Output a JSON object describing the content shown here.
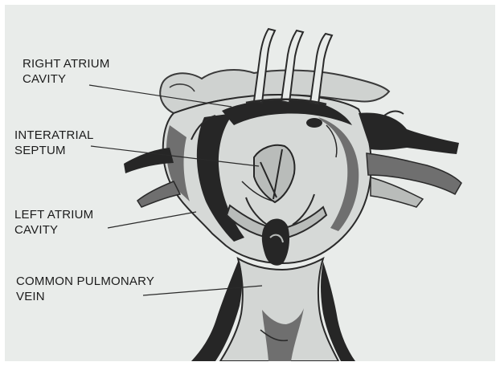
{
  "labels": {
    "right_atrium": {
      "line1": "RIGHT ATRIUM",
      "line2": "CAVITY"
    },
    "interatrial_septum": {
      "line1": "INTERATRIAL",
      "line2": "SEPTUM"
    },
    "left_atrium": {
      "line1": "LEFT ATRIUM",
      "line2": "CAVITY"
    },
    "common_pulmonary_vein": {
      "line1": "COMMON PULMONARY",
      "line2": "VEIN"
    }
  },
  "colors": {
    "paper": "#e9ecea",
    "ink": "#1c1c1c",
    "shade_dark": "#262626",
    "shade_mid": "#6f6f6f",
    "shade_light": "#b9bcba"
  }
}
